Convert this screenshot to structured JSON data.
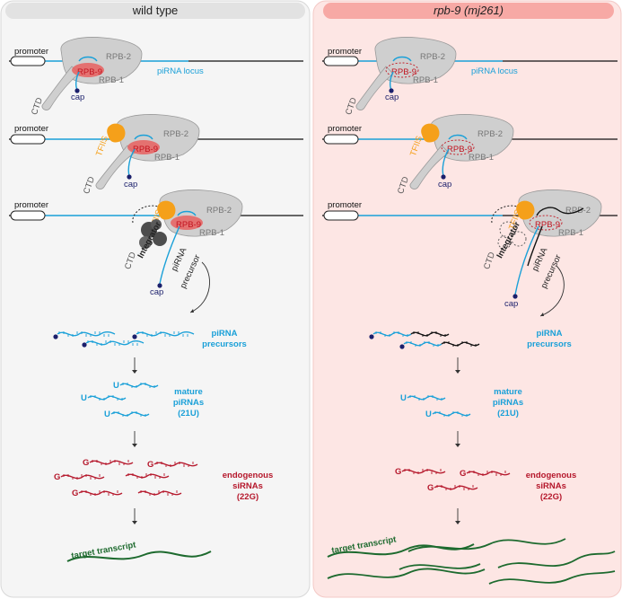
{
  "panels": {
    "left": {
      "title": "wild type"
    },
    "right": {
      "title": "rpb-9 (mj261)"
    }
  },
  "labels": {
    "promoter": "promoter",
    "rpb2": "RPB-2",
    "rpb1": "RPB-1",
    "rpb9": "RPB-9",
    "ctd": "CTD",
    "cap": "cap",
    "tfiis": "TFIIS",
    "integrator": "Integrator",
    "pirna_locus": "piRNA locus",
    "pirna_precursor_l1": "piRNA",
    "pirna_precursor_l2": "precursor",
    "u": "U",
    "g": "G",
    "target": "target transcript"
  },
  "stages": {
    "precursors": [
      "piRNA",
      "precursors"
    ],
    "mature": [
      "mature",
      "piRNAs",
      "(21U)"
    ],
    "sirnas": [
      "endogenous",
      "siRNAs",
      "(22G)"
    ]
  },
  "colors": {
    "left_panel_bg": "#f5f5f5",
    "left_title_bg": "#e2e2e2",
    "right_panel_bg": "#fde6e4",
    "right_title_bg": "#f7a9a5",
    "pirna_blue": "#1aa0d8",
    "sirna_red": "#b5172b",
    "target_green": "#1d6a2e",
    "pol_gray": "#cfcfcf",
    "rpb9_red": "#e8605f",
    "tfiis_orange": "#f5a01a",
    "cap_navy": "#1b1f6b",
    "integrator_dark": "#4d4d4d"
  }
}
